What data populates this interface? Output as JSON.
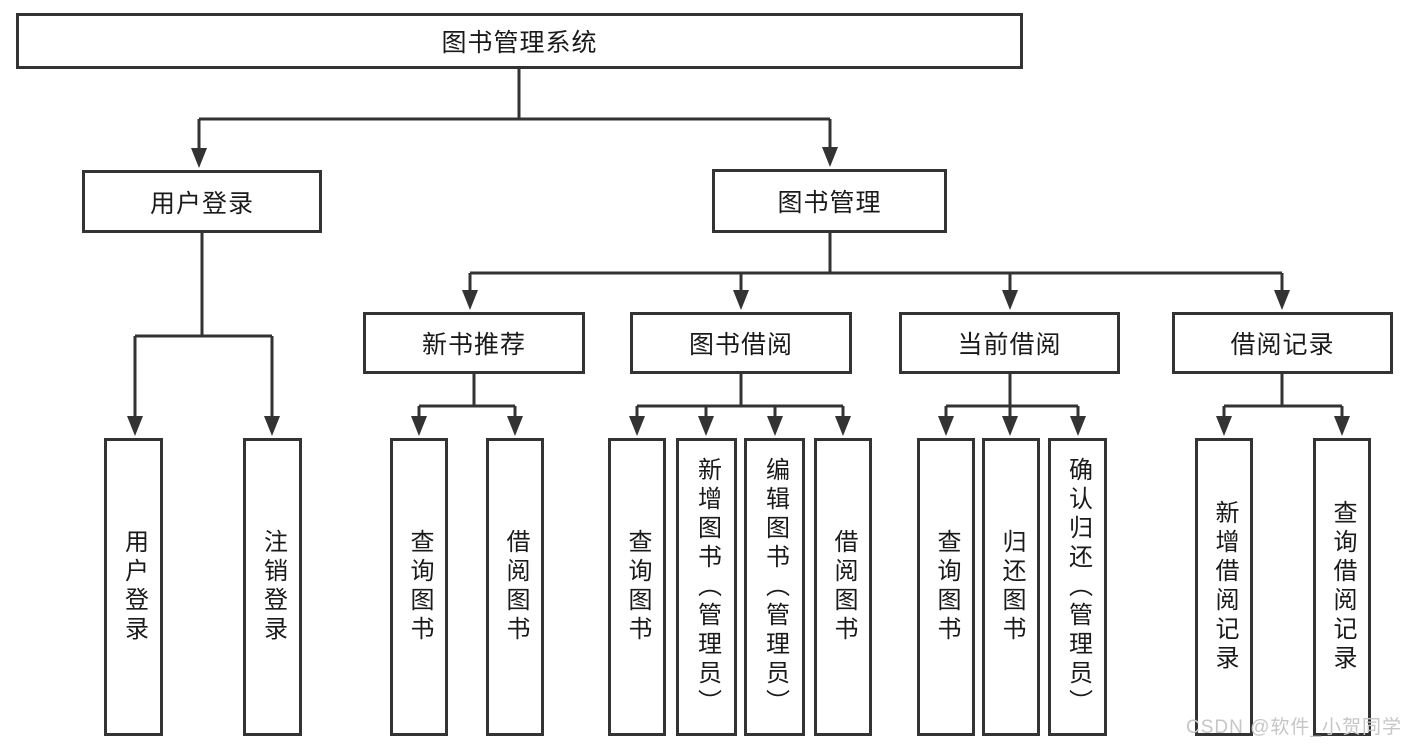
{
  "diagram": {
    "type": "hierarchy-tree",
    "tree": {
      "label": "图书管理系统",
      "children": [
        {
          "label": "用户登录",
          "children": [
            {
              "label": "用户登录"
            },
            {
              "label": "注销登录"
            }
          ]
        },
        {
          "label": "图书管理",
          "children": [
            {
              "label": "新书推荐",
              "children": [
                {
                  "label": "查询图书"
                },
                {
                  "label": "借阅图书"
                }
              ]
            },
            {
              "label": "图书借阅",
              "children": [
                {
                  "label": "查询图书"
                },
                {
                  "label": "新增图书（管理员）"
                },
                {
                  "label": "编辑图书（管理员）"
                },
                {
                  "label": "借阅图书"
                }
              ]
            },
            {
              "label": "当前借阅",
              "children": [
                {
                  "label": "查询图书"
                },
                {
                  "label": "归还图书"
                },
                {
                  "label": "确认归还（管理员）"
                }
              ]
            },
            {
              "label": "借阅记录",
              "children": [
                {
                  "label": "新增借阅记录"
                },
                {
                  "label": "查询借阅记录"
                }
              ]
            }
          ]
        }
      ]
    },
    "colors": {
      "line": "#333333",
      "text": "#1a1a1a",
      "box_fill": "#ffffff",
      "background": "#ffffff",
      "watermark": "#c6c6c6"
    }
  },
  "watermark": {
    "text": "CSDN @软件_小贺同学"
  }
}
